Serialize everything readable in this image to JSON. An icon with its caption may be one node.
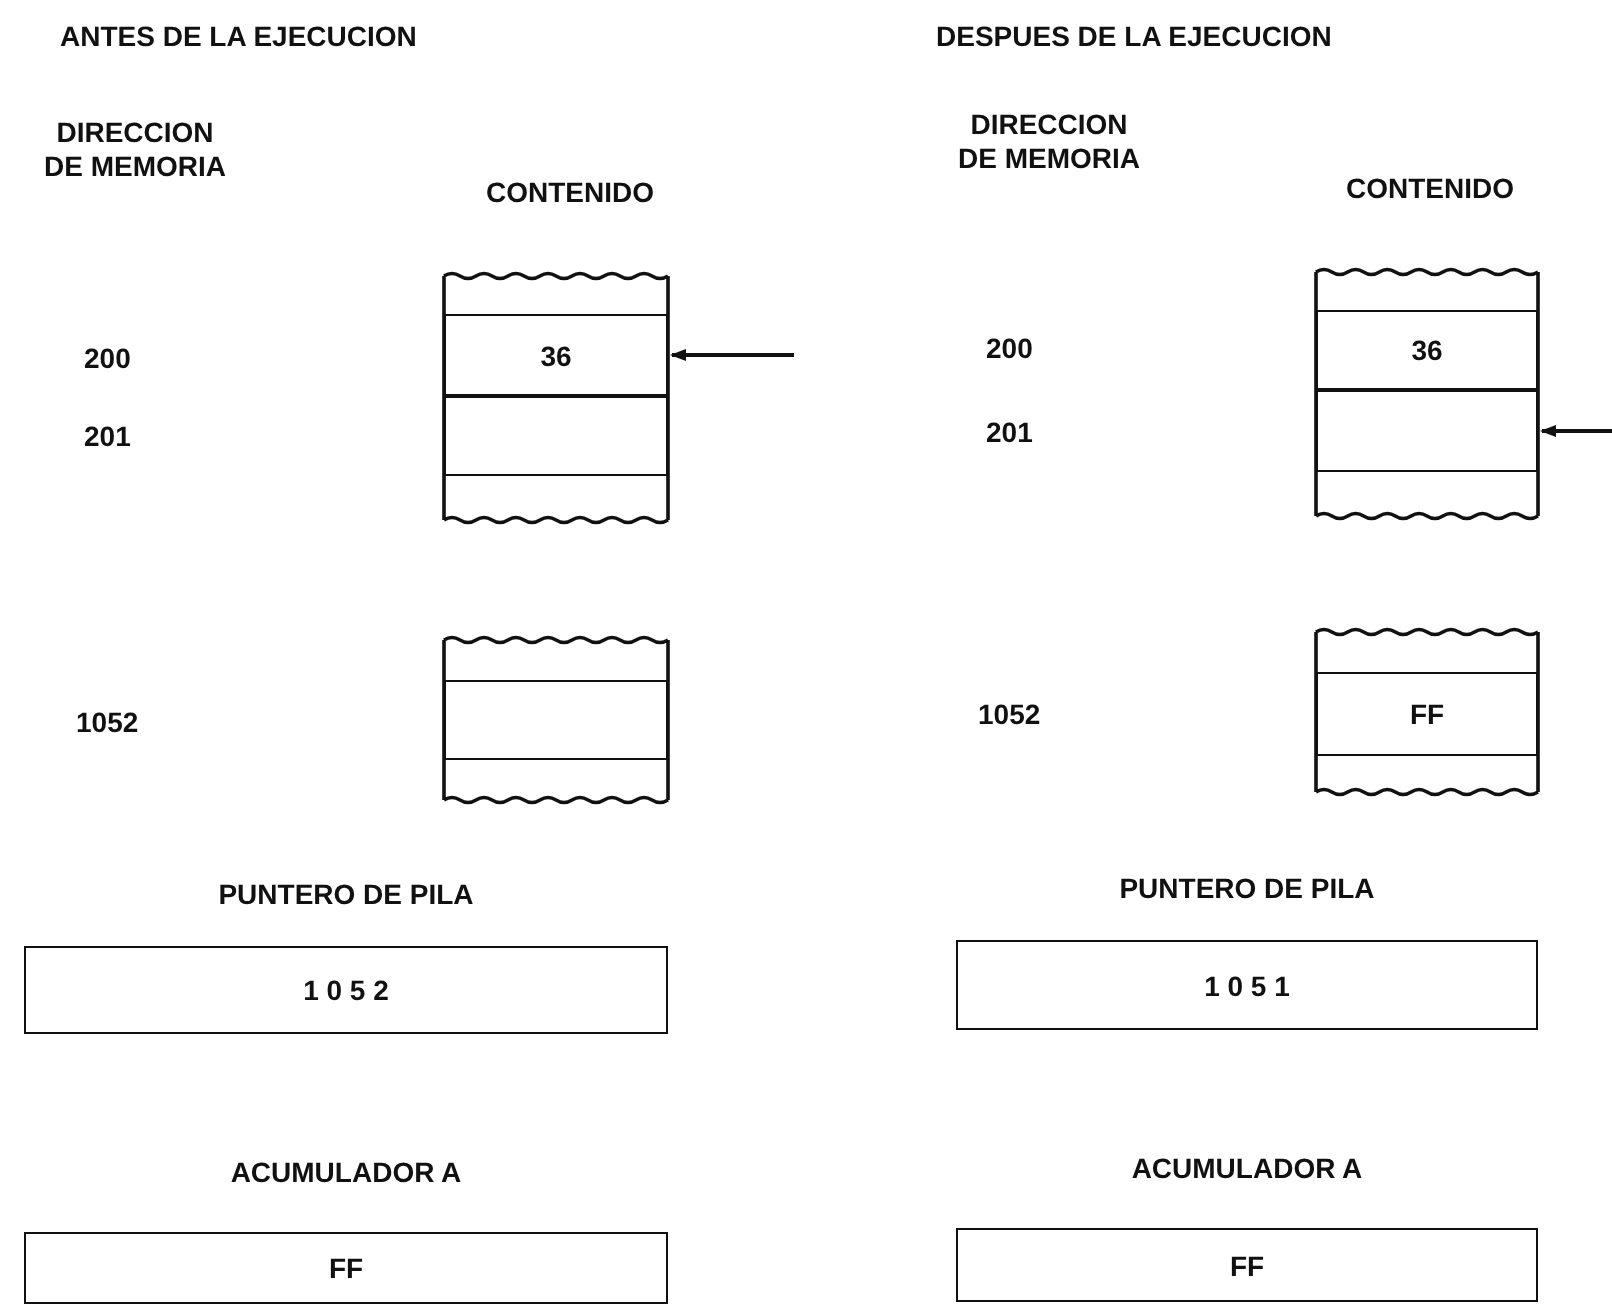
{
  "diagram": {
    "nodes": [
      {
        "text": [
          "36"
        ]
      },
      {
        "text": [],
        "shape": "box"
      },
      {
        "text": [],
        "shape": "box"
      },
      {
        "text": [
          "PUNTERO DE PILA",
          "1 0 5 2"
        ]
      },
      {
        "text": [
          "ACUMULADOR A",
          "FF"
        ]
      },
      {
        "text": [
          "36"
        ]
      },
      {
        "text": [],
        "shape": "box"
      },
      {
        "text": [
          "FF"
        ]
      },
      {
        "text": [
          "PUNTERO DE PILA",
          "1 0 5 1"
        ]
      },
      {
        "text": [
          "ACUMULADOR A",
          "FF"
        ]
      }
    ],
    "edges": [
      {
        "from": null,
        "to": 0,
        "arrow": "to"
      },
      {
        "from": null,
        "to": 6,
        "arrow": "to"
      }
    ],
    "labels": [
      "ANTES DE LA EJECUCION",
      "DIRECCION DE MEMORIA",
      "CONTENIDO",
      "200",
      "201",
      "1052",
      "DESPUES DE LA EJECUCION",
      "DIRECCION DE MEMORIA",
      "CONTENIDO",
      "200",
      "201",
      "1052"
    ]
  }
}
